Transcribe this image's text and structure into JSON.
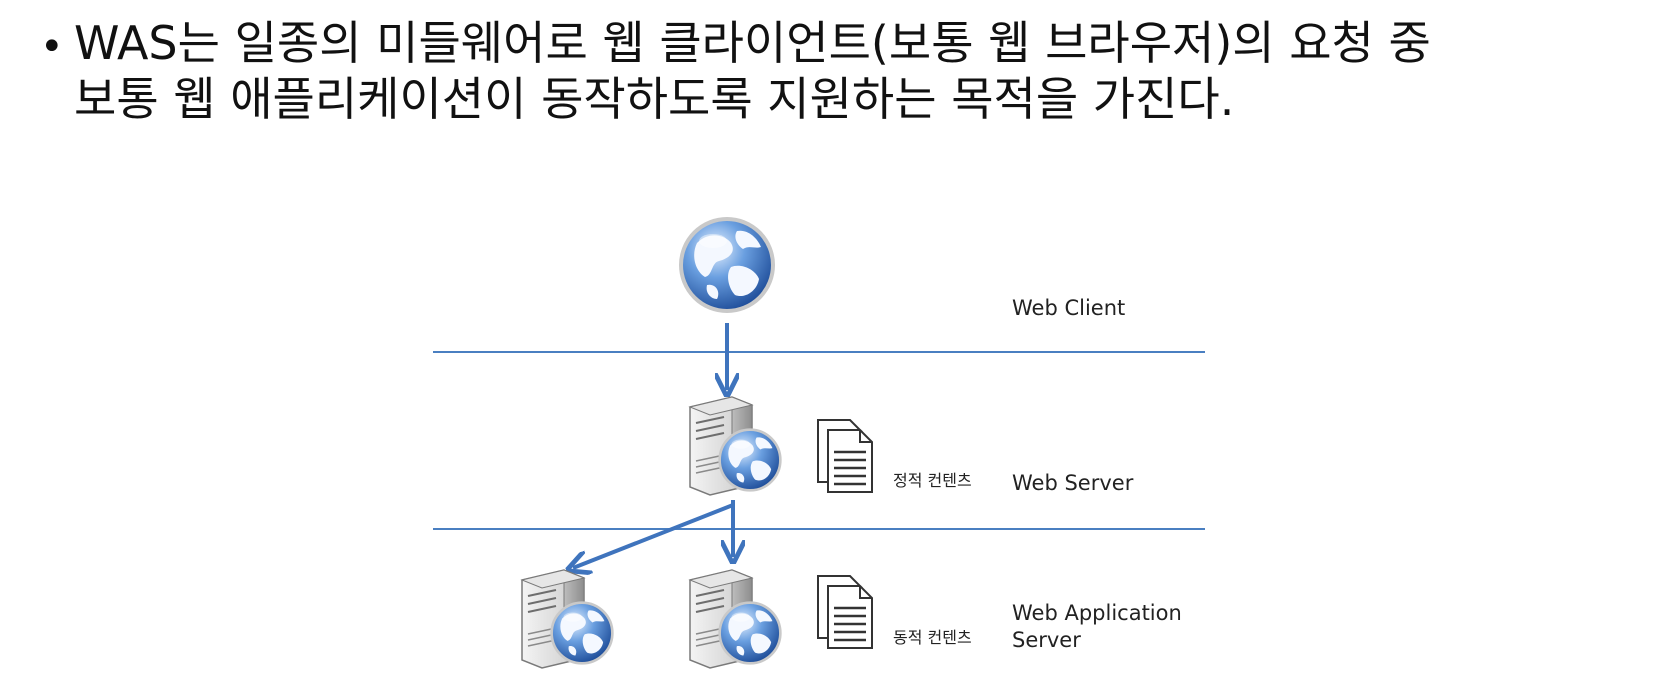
{
  "bullet": {
    "line1": "WAS는 일종의 미들웨어로 웹 클라이언트(보통 웹 브라우저)의 요청 중",
    "line2": "보통 웹 애플리케이션이 동작하도록 지원하는 목적을 가진다."
  },
  "diagram": {
    "layer_labels": {
      "client": "Web Client",
      "server": "Web Server",
      "app_server_line1": "Web Application",
      "app_server_line2": "Server"
    },
    "content_labels": {
      "static": "정적 컨텐츠",
      "dynamic": "동적 컨텐츠"
    },
    "colors": {
      "divider": "#4a7fc1",
      "arrow": "#3f74bd"
    }
  }
}
